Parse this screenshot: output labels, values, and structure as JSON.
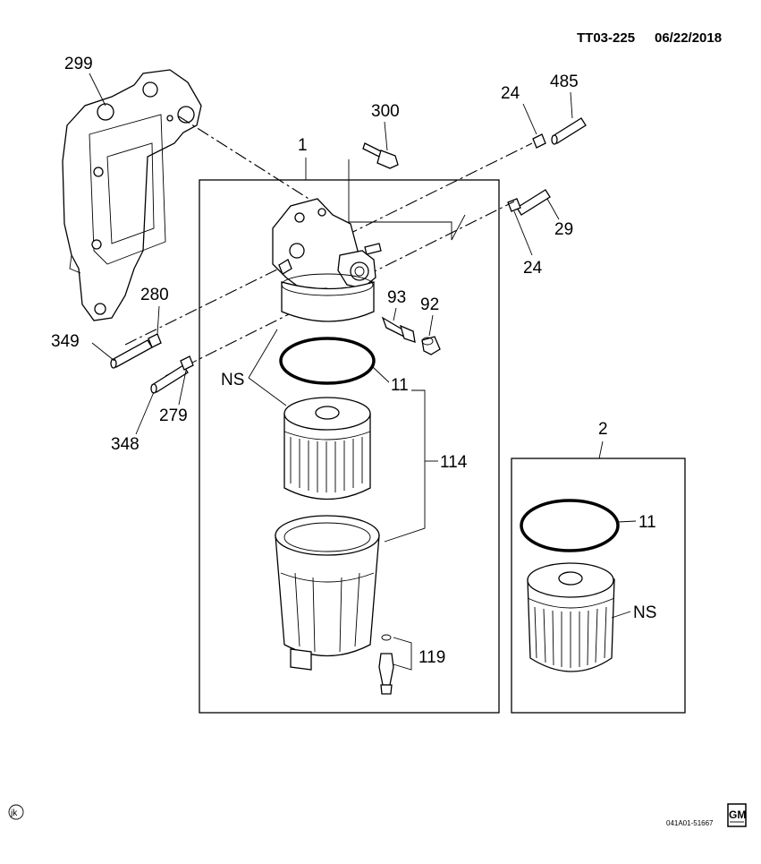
{
  "header": {
    "code": "TT03-225",
    "date": "06/22/2018"
  },
  "footer": {
    "initials": "jk",
    "reference": "041A01-51667",
    "logo_text": "GM"
  },
  "callouts": {
    "c1": "1",
    "c2": "2",
    "c299": "299",
    "c300": "300",
    "c24a": "24",
    "c485": "485",
    "c29": "29",
    "c24b": "24",
    "c93": "93",
    "c92": "92",
    "c280": "280",
    "c349": "349",
    "c279": "279",
    "c348": "348",
    "cNS1": "NS",
    "c11a": "11",
    "c114": "114",
    "c119": "119",
    "c11b": "11",
    "cNS2": "NS"
  },
  "colors": {
    "ink": "#000000",
    "paper": "#ffffff"
  }
}
